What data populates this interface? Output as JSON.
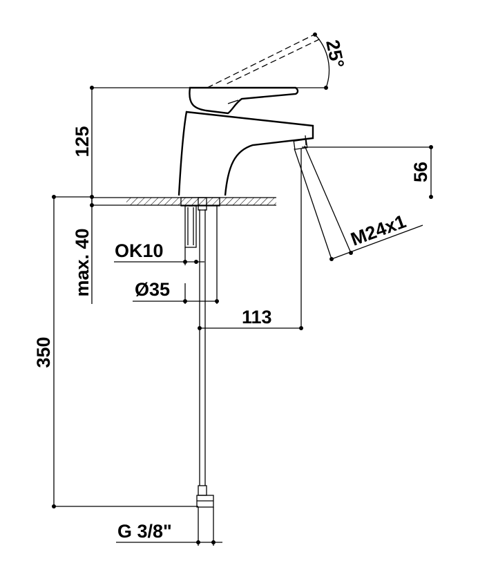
{
  "drawing": {
    "labels": {
      "lever_angle": "25°",
      "height_total": "125",
      "spout_height": "56",
      "aerator_thread": "M24x1",
      "max_deck_thickness": "max. 40",
      "spanner_size": "OK10",
      "mounting_hole": "Ø35",
      "spout_reach": "113",
      "hose_length": "350",
      "connection_thread": "G 3/8\""
    },
    "colors": {
      "ink": "#000000",
      "paper": "#ffffff"
    }
  }
}
